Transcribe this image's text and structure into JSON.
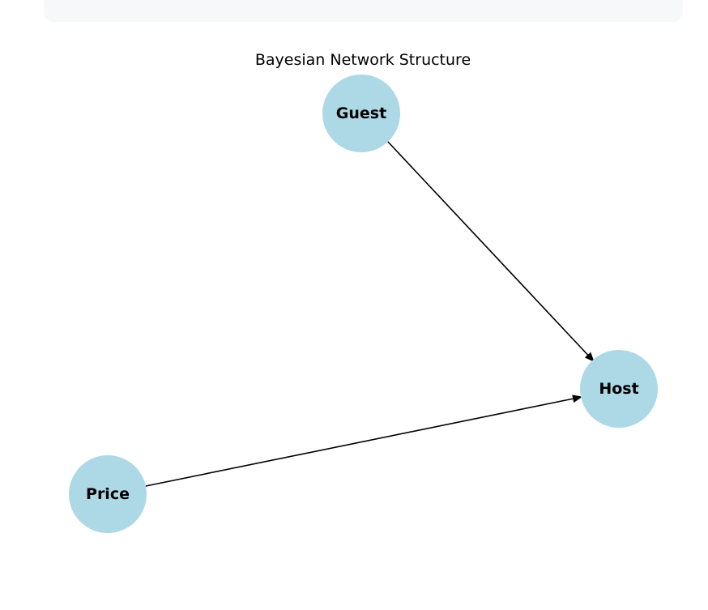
{
  "diagram": {
    "title": "Bayesian Network Structure",
    "colors": {
      "node_fill": "#add8e6",
      "edge": "#000000",
      "label": "#000000",
      "title": "#000000",
      "panel": "#f7f8fa"
    },
    "nodes": [
      {
        "id": "guest",
        "label": "Guest"
      },
      {
        "id": "host",
        "label": "Host"
      },
      {
        "id": "price",
        "label": "Price"
      }
    ],
    "edges": [
      {
        "from": "guest",
        "to": "host"
      },
      {
        "from": "price",
        "to": "host"
      }
    ]
  }
}
